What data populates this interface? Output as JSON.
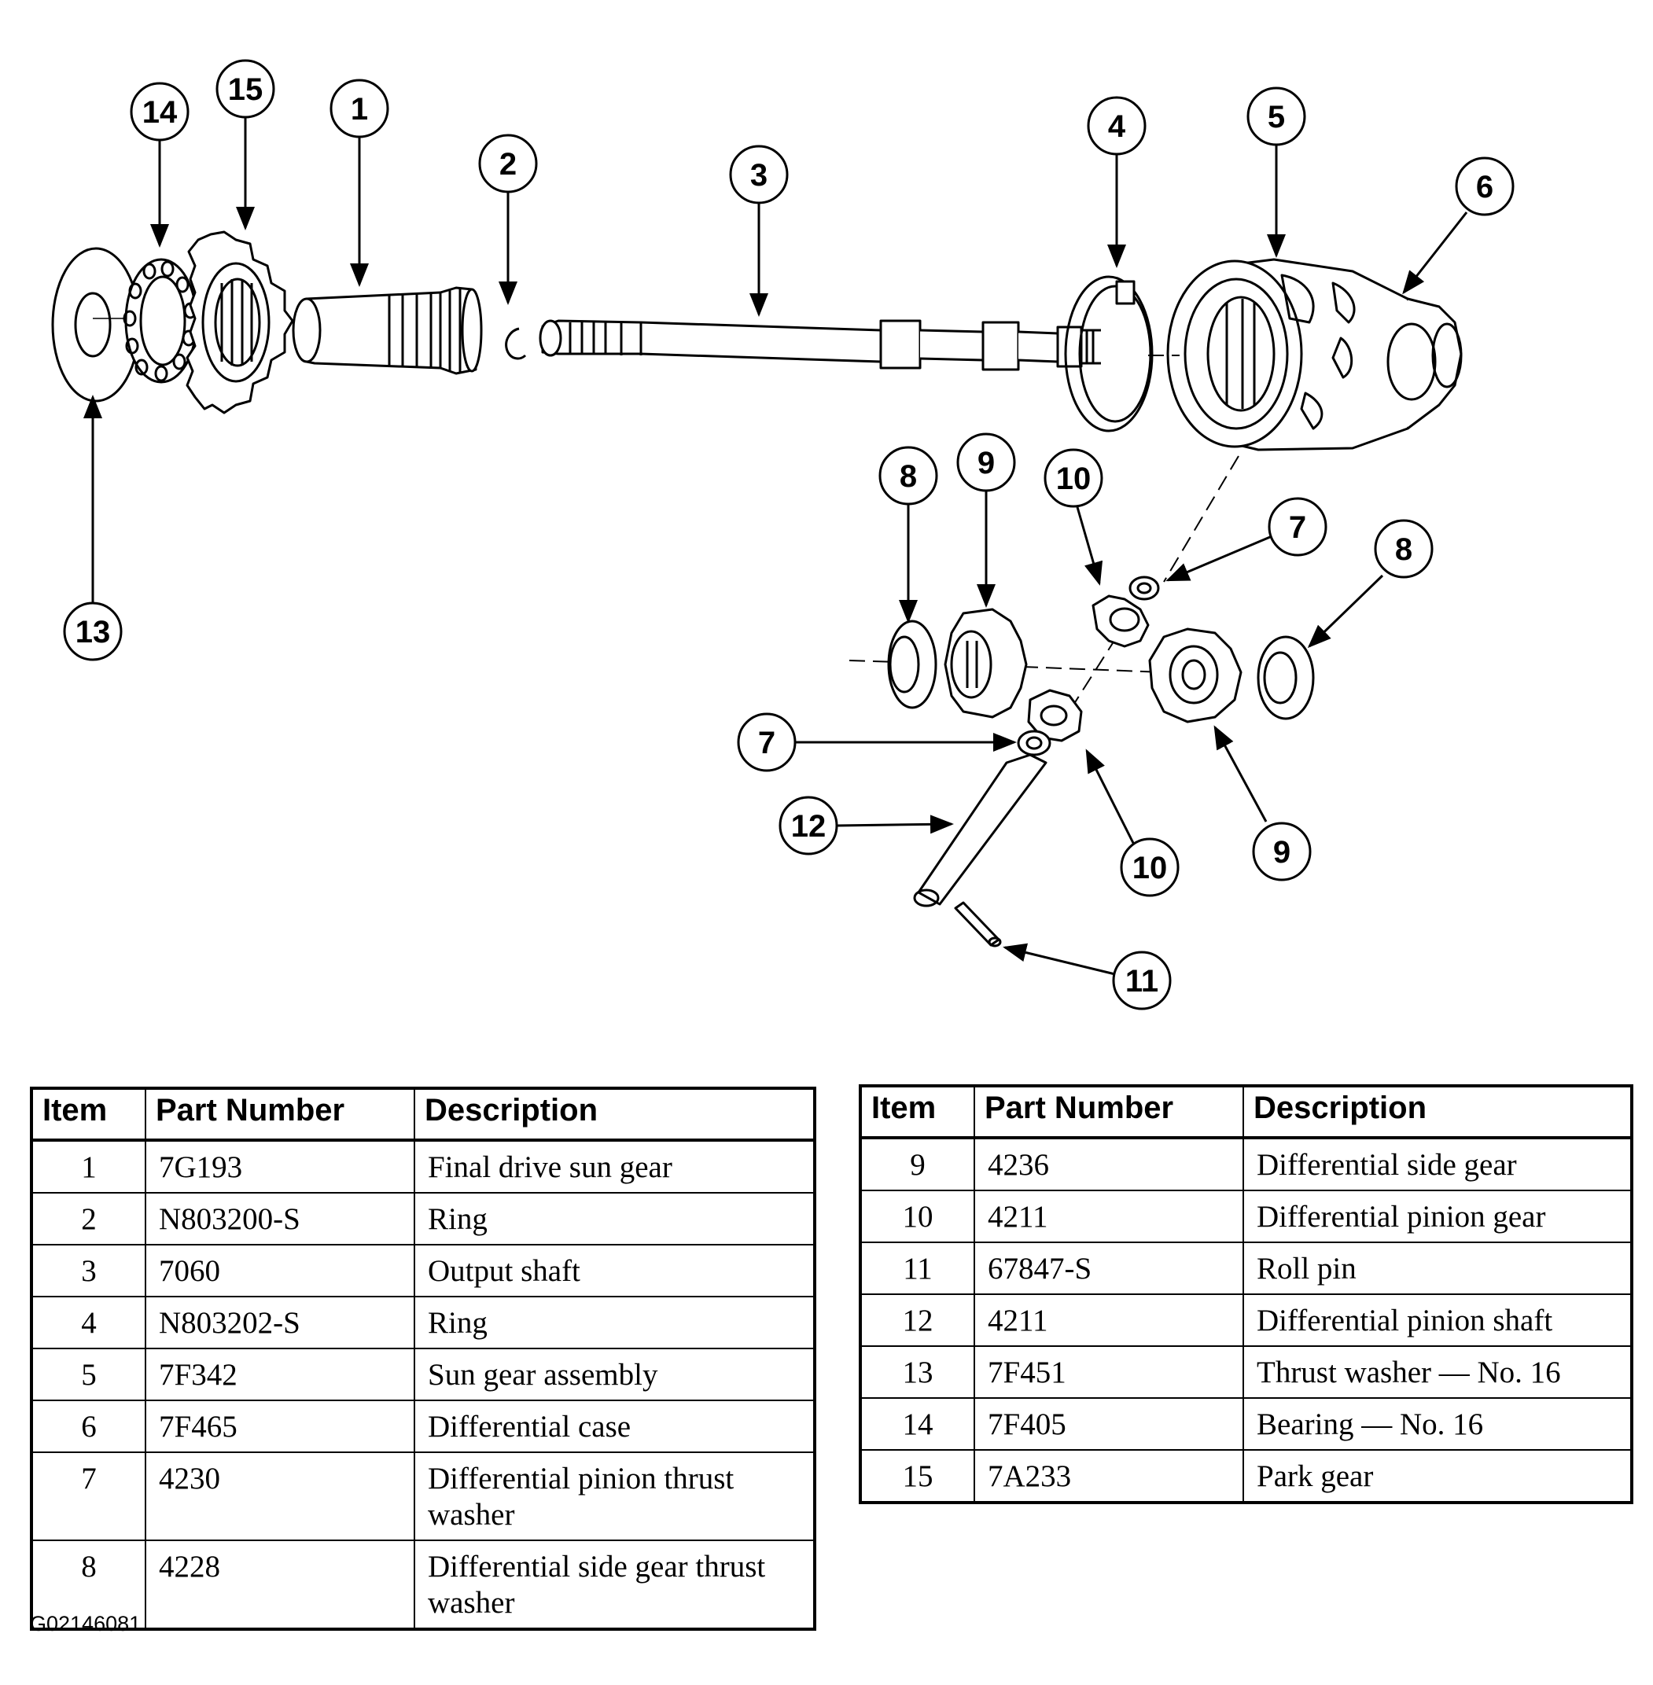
{
  "callouts": [
    {
      "id": "14",
      "label": "14"
    },
    {
      "id": "15",
      "label": "15"
    },
    {
      "id": "1",
      "label": "1"
    },
    {
      "id": "2",
      "label": "2"
    },
    {
      "id": "3",
      "label": "3"
    },
    {
      "id": "4",
      "label": "4"
    },
    {
      "id": "5",
      "label": "5"
    },
    {
      "id": "6",
      "label": "6"
    },
    {
      "id": "13",
      "label": "13"
    },
    {
      "id": "8a",
      "label": "8"
    },
    {
      "id": "9a",
      "label": "9"
    },
    {
      "id": "10a",
      "label": "10"
    },
    {
      "id": "7a",
      "label": "7"
    },
    {
      "id": "8b",
      "label": "8"
    },
    {
      "id": "7b",
      "label": "7"
    },
    {
      "id": "12",
      "label": "12"
    },
    {
      "id": "10b",
      "label": "10"
    },
    {
      "id": "9b",
      "label": "9"
    },
    {
      "id": "11",
      "label": "11"
    }
  ],
  "table_headers": {
    "item": "Item",
    "part_number": "Part Number",
    "description": "Description"
  },
  "table_left": [
    {
      "item": "1",
      "part": "7G193",
      "desc": "Final drive sun gear"
    },
    {
      "item": "2",
      "part": "N803200-S",
      "desc": "Ring"
    },
    {
      "item": "3",
      "part": "7060",
      "desc": "Output shaft"
    },
    {
      "item": "4",
      "part": "N803202-S",
      "desc": "Ring"
    },
    {
      "item": "5",
      "part": "7F342",
      "desc": "Sun gear assembly"
    },
    {
      "item": "6",
      "part": "7F465",
      "desc": "Differential case"
    },
    {
      "item": "7",
      "part": "4230",
      "desc": "Differential pinion thrust washer"
    },
    {
      "item": "8",
      "part": "4228",
      "desc": "Differential side gear thrust washer"
    }
  ],
  "table_right": [
    {
      "item": "9",
      "part": "4236",
      "desc": "Differential side gear"
    },
    {
      "item": "10",
      "part": "4211",
      "desc": "Differential pinion gear"
    },
    {
      "item": "11",
      "part": "67847-S",
      "desc": "Roll pin"
    },
    {
      "item": "12",
      "part": "4211",
      "desc": "Differential pinion shaft"
    },
    {
      "item": "13",
      "part": "7F451",
      "desc": "Thrust washer — No. 16"
    },
    {
      "item": "14",
      "part": "7F405",
      "desc": "Bearing — No. 16"
    },
    {
      "item": "15",
      "part": "7A233",
      "desc": "Park gear"
    }
  ],
  "figure_code": "G02146081"
}
